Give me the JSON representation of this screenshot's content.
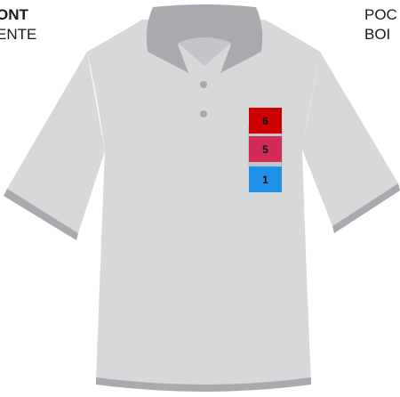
{
  "labels": {
    "left": {
      "line1": "ONT",
      "line2": "ENTE"
    },
    "right": {
      "line1": "POC",
      "line2": "BOI"
    }
  },
  "shirt": {
    "body_color": "#d7d8da",
    "trim_color": "#a9aaad",
    "button_color": "#a9aaad"
  },
  "badges": [
    {
      "label": "6",
      "color": "#cc0000",
      "text_color": "#111111"
    },
    {
      "label": "5",
      "color": "#d02c57",
      "text_color": "#111111"
    },
    {
      "label": "1",
      "color": "#1e90e6",
      "text_color": "#111111"
    }
  ]
}
